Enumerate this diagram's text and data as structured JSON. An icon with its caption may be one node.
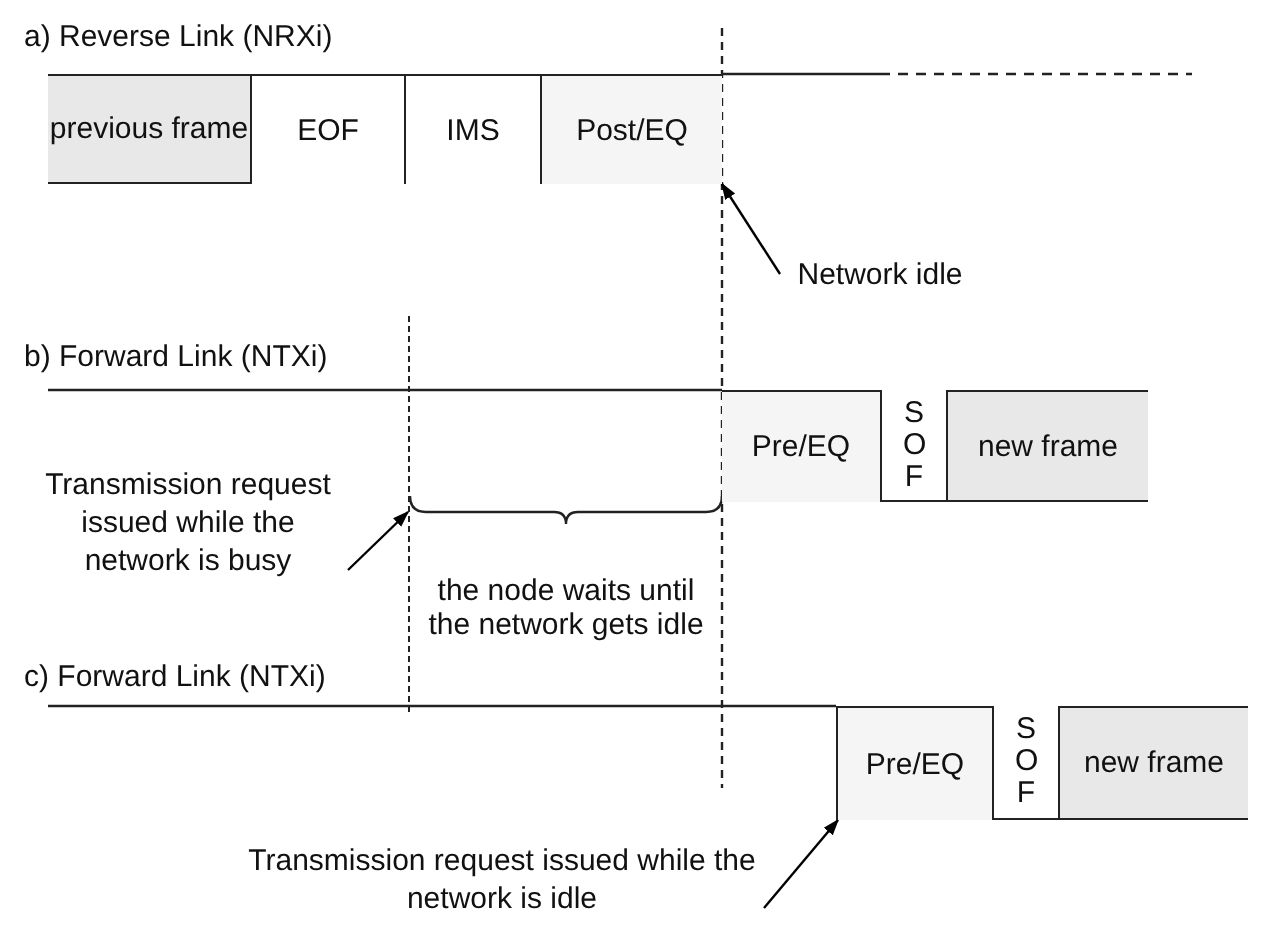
{
  "diagram": {
    "nodes": [
      {
        "text": [
          "previous frame"
        ]
      },
      {
        "text": [
          "EOF"
        ]
      },
      {
        "text": [
          "IMS"
        ]
      },
      {
        "text": [
          "Post/EQ"
        ]
      },
      {
        "text": [
          "Network idle"
        ]
      },
      {
        "text": [
          "Pre/EQ"
        ]
      },
      {
        "text": [
          "SOF"
        ]
      },
      {
        "text": [
          "new frame"
        ]
      },
      {
        "text": [
          "Transmission request issued while the network is busy"
        ]
      },
      {
        "text": [
          "Pre/EQ"
        ]
      },
      {
        "text": [
          "SOF"
        ]
      },
      {
        "text": [
          "new frame"
        ]
      },
      {
        "text": [
          "Transmission request issued while the network is idle"
        ]
      },
      {
        "text": [],
        "shape": "line"
      }
    ],
    "edges": [
      {
        "from": 4,
        "to": 3,
        "arrow": "to"
      },
      {
        "from": 8,
        "to": 13,
        "arrow": "to"
      },
      {
        "from": 12,
        "to": 9,
        "arrow": "to"
      }
    ],
    "labels": [
      "a) Reverse Link (NRXi)",
      "b) Forward Link (NTXi)",
      "the node waits until the network gets idle",
      "c) Forward Link (NTXi)"
    ]
  }
}
